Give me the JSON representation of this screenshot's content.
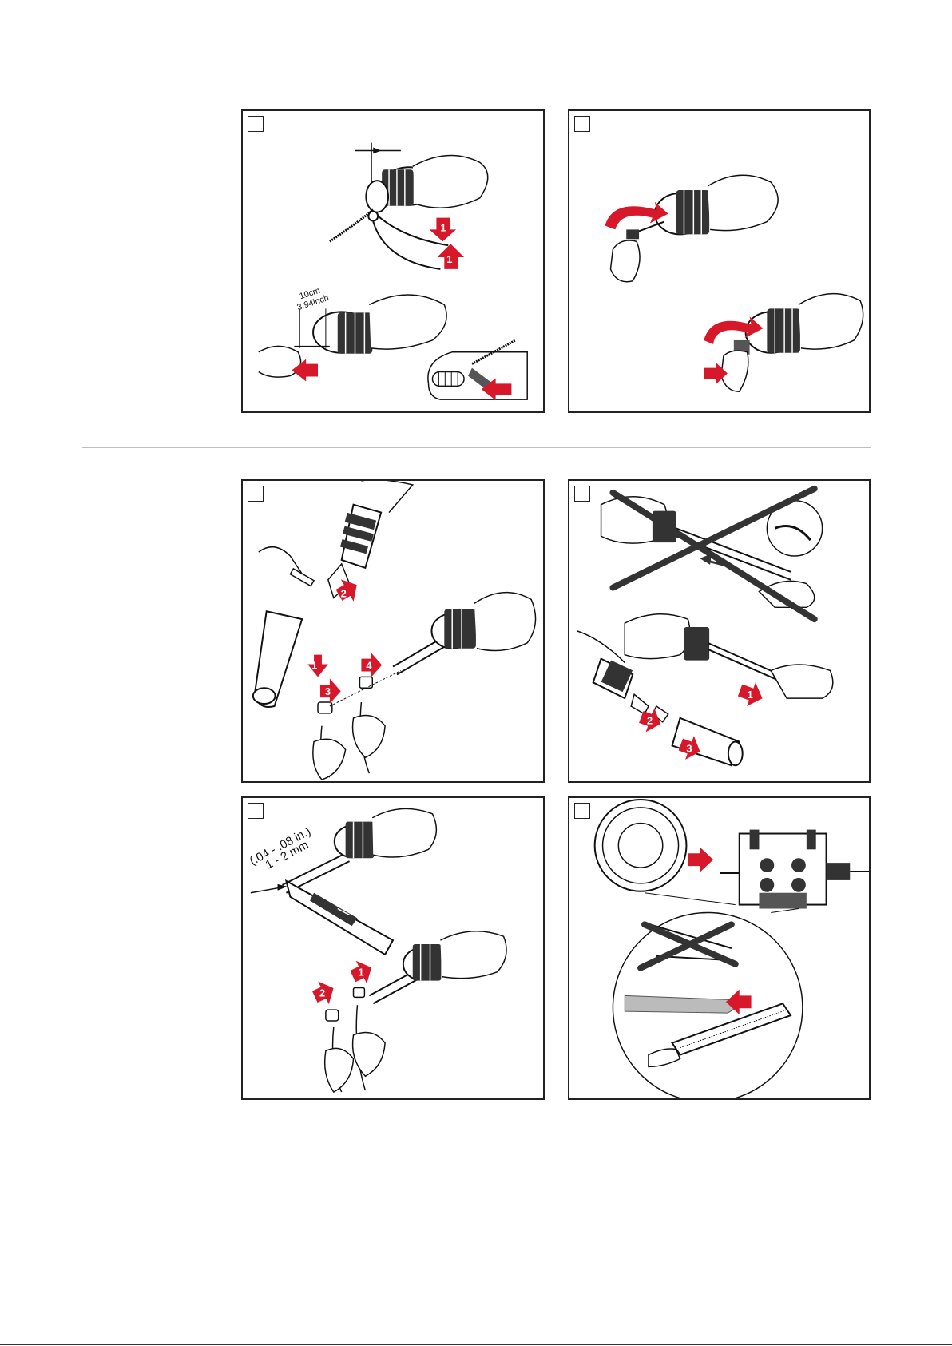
{
  "panels": {
    "p1": {
      "step_numbers": [
        "1",
        "1"
      ],
      "dimension_metric": "10cm",
      "dimension_imperial": "3.94inch"
    },
    "p3": {
      "step_numbers": [
        "2",
        "1",
        "3",
        "4"
      ]
    },
    "p4": {
      "step_numbers": [
        "1",
        "2",
        "3"
      ]
    },
    "p5": {
      "step_numbers": [
        "1",
        "2"
      ],
      "dimension_imperial": "(.04 - .08 in.)",
      "dimension_metric": "1 - 2 mm"
    }
  },
  "colors": {
    "arrow_red": "#d7182a",
    "line": "#1a1a1a",
    "rule": "#bdbdbd"
  },
  "icons": [
    "welding-torch-hand-icon",
    "pliers-icon",
    "wrench-icon",
    "cutter-knife-icon",
    "wire-spool-icon",
    "wire-feeder-icon",
    "file-tool-icon",
    "cross-out-icon"
  ]
}
